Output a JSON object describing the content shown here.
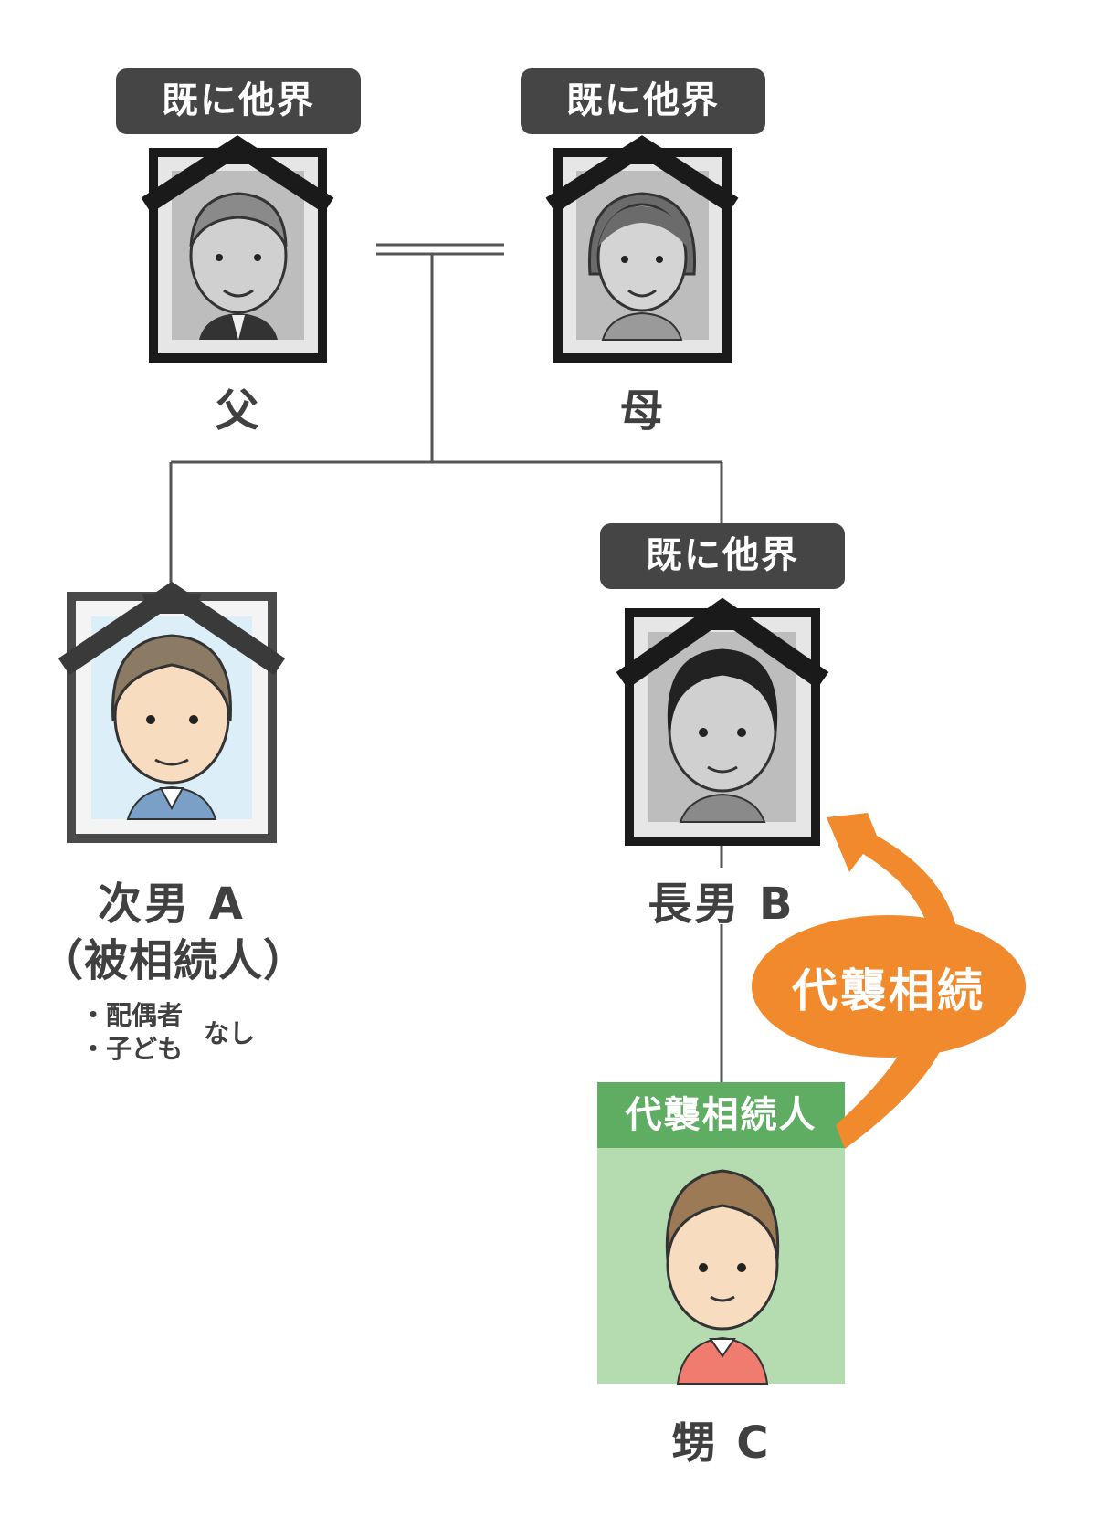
{
  "status_badges": {
    "father": "既に他界",
    "mother": "既に他界",
    "eldest_son": "既に他界"
  },
  "persons": {
    "father": {
      "name": "父"
    },
    "mother": {
      "name": "母"
    },
    "second_son": {
      "name": "次男 A",
      "role": "（被相続人）"
    },
    "eldest_son": {
      "name": "長男 B"
    },
    "nephew": {
      "name": "甥 C",
      "badge": "代襲相続人"
    }
  },
  "notes": {
    "spouse": "・配偶者",
    "children": "・子ども",
    "none": "なし"
  },
  "arrow": {
    "label": "代襲相続",
    "color": "#f08a2c"
  },
  "colors": {
    "badge_bg": "#454545",
    "nephew_bg": "#b5dcb0",
    "nephew_badge_bg": "#5fad62",
    "line": "#555555",
    "text": "#404040"
  },
  "icons": [
    "memorial-portrait-icon",
    "mourning-ribbon-icon",
    "person-avatar-icon"
  ]
}
